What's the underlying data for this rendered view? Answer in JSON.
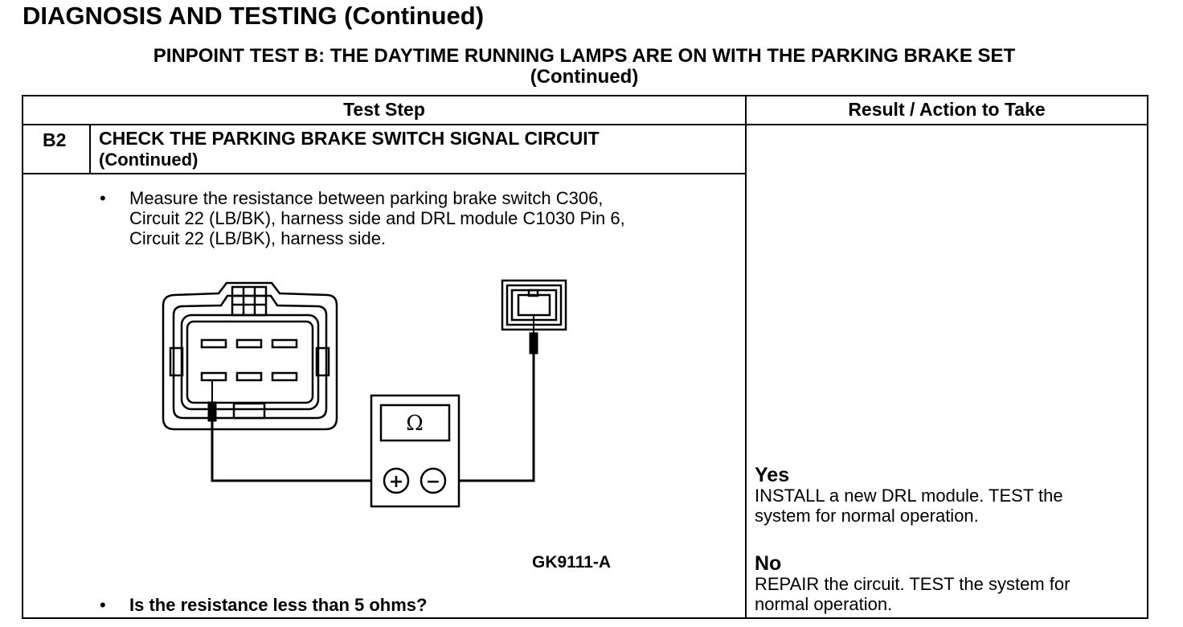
{
  "header": {
    "title": "DIAGNOSIS AND TESTING (Continued)",
    "subtitle_line1": "PINPOINT TEST  B: THE DAYTIME RUNNING LAMPS ARE ON WITH THE PARKING BRAKE SET",
    "subtitle_line2": "(Continued)"
  },
  "table": {
    "col_test_step": "Test Step",
    "col_result": "Result / Action to Take",
    "step_id": "B2",
    "step_title_line1": "CHECK THE PARKING BRAKE SWITCH SIGNAL CIRCUIT",
    "step_title_line2": "(Continued)",
    "bullet": "•",
    "instruction_lines": [
      "Measure the resistance between parking brake switch C306,",
      "Circuit 22 (LB/BK), harness side and DRL module C1030 Pin 6,",
      "Circuit 22 (LB/BK), harness side."
    ],
    "figure_id": "GK9111-A",
    "meter_symbol": "Ω",
    "meter_plus": "+",
    "meter_minus": "−",
    "question": "Is the resistance less than 5 ohms?",
    "results": {
      "yes_label": "Yes",
      "yes_line1": "INSTALL a new DRL module. TEST the",
      "yes_line2": "system for normal operation.",
      "no_label": "No",
      "no_line1": "REPAIR the circuit. TEST the system for",
      "no_line2": "normal operation."
    }
  }
}
